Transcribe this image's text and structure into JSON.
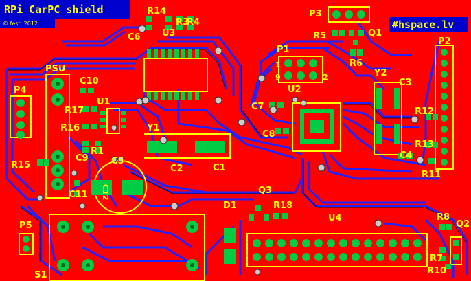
{
  "board": {
    "title": "RPi CarPC shield",
    "copyright": "© fest, 2012",
    "tag": "#hspace.lv"
  },
  "colors": {
    "copper_fill": "#ff0000",
    "bottom_trace": "#2222ff",
    "silkscreen": "#ffff00",
    "pad": "#00cc44"
  },
  "labels": {
    "R14": "R14",
    "R3": "R3",
    "R4": "R4",
    "U3": "U3",
    "C6": "C6",
    "P3": "P3",
    "R5": "R5",
    "Q1": "Q1",
    "P1": "P1",
    "R6": "R6",
    "P2": "P2",
    "PSU": "PSU",
    "C10": "C10",
    "P4": "P4",
    "U1": "U1",
    "R17": "R17",
    "R16": "R16",
    "Y1": "Y1",
    "U2": "U2",
    "Y2": "Y2",
    "C3": "C3",
    "C7": "C7",
    "C8": "C8",
    "R12": "R12",
    "R13": "R13",
    "C4": "C4",
    "R1": "R1",
    "C9": "C9",
    "C5": "C5",
    "R15": "R15",
    "C2": "C2",
    "C1": "C1",
    "R11": "R11",
    "C11": "C11",
    "C12": "C12",
    "Q3": "Q3",
    "D1": "D1",
    "R18": "R18",
    "U4": "U4",
    "R8": "R8",
    "Q2": "Q2",
    "P5": "P5",
    "R7": "R7",
    "R10": "R10",
    "S1": "S1",
    "p1_pin1": "1",
    "p1_pin9": "9",
    "p1_pin2": "2"
  }
}
